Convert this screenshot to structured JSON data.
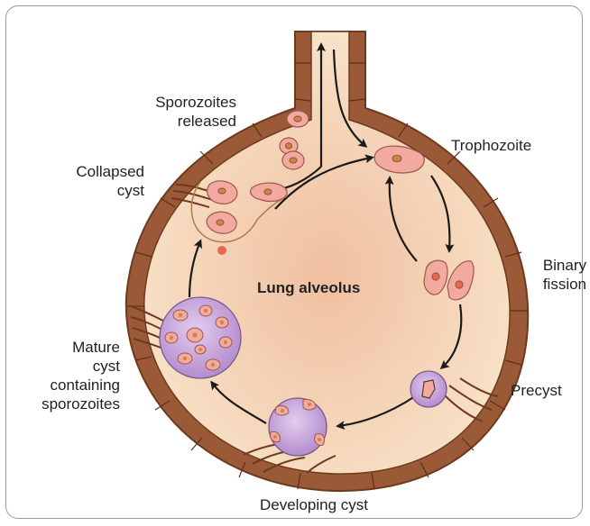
{
  "labels": {
    "sporozoites_released": [
      "Sporozoites",
      "released"
    ],
    "trophozoite": "Trophozoite",
    "collapsed_cyst": [
      "Collapsed",
      "cyst"
    ],
    "binary_fission": [
      "Binary",
      "fission"
    ],
    "lung_alveolus": "Lung alveolus",
    "mature_cyst": [
      "Mature",
      "cyst",
      "containing",
      "sporozoites"
    ],
    "precyst": "Precyst",
    "developing_cyst": "Developing cyst"
  },
  "colors": {
    "wall": "#9b5a37",
    "wall_dark": "#6e3a1e",
    "lumen": "#f6dcc0",
    "lumen_center": "#f0c3a3",
    "trophozoite": "#f2a9a0",
    "cyst": "#c9a8dc",
    "arrow": "#1a1a1a"
  }
}
